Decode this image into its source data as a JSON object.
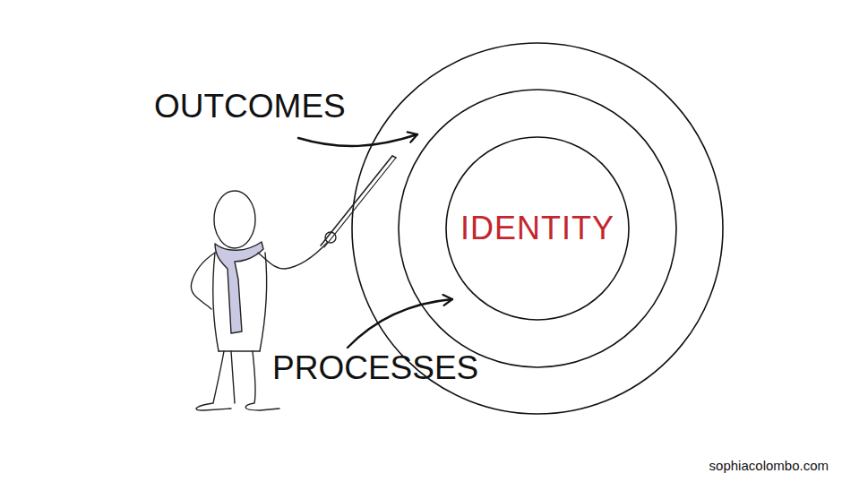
{
  "diagram": {
    "nodes": [
      {
        "text": [
          "IDENTITY"
        ]
      }
    ],
    "labels": [
      "OUTCOMES",
      "PROCESSES",
      "sophiacolombo.com"
    ]
  }
}
